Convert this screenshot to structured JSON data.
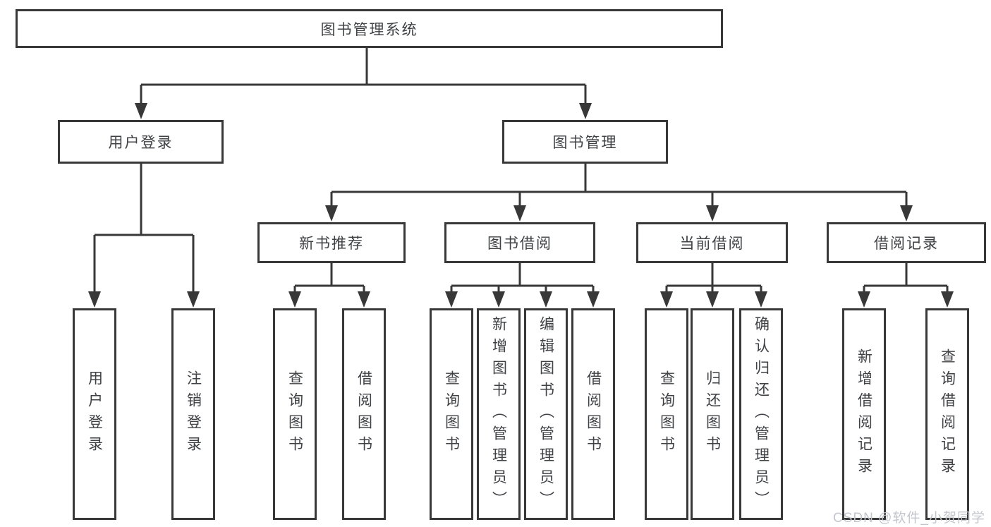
{
  "diagram": {
    "type": "hierarchy-tree",
    "root": {
      "label": "图书管理系统"
    },
    "branches": {
      "user_login": {
        "label": "用户登录",
        "parent": "图书管理系统"
      },
      "book_mgmt": {
        "label": "图书管理",
        "parent": "图书管理系统"
      }
    },
    "modules": {
      "new_books": {
        "label": "新书推荐",
        "parent": "图书管理"
      },
      "book_borrow": {
        "label": "图书借阅",
        "parent": "图书管理"
      },
      "current_borrow": {
        "label": "当前借阅",
        "parent": "图书管理"
      },
      "borrow_records": {
        "label": "借阅记录",
        "parent": "图书管理"
      }
    },
    "leaves": {
      "user_login": {
        "label": "用户登录",
        "parent": "用户登录"
      },
      "logout": {
        "label": "注销登录",
        "parent": "用户登录"
      },
      "nb_query": {
        "label": "查询图书",
        "parent": "新书推荐"
      },
      "nb_borrow": {
        "label": "借阅图书",
        "parent": "新书推荐"
      },
      "bb_query": {
        "label": "查询图书",
        "parent": "图书借阅"
      },
      "bb_add": {
        "label": "新增图书（管理员）",
        "parent": "图书借阅"
      },
      "bb_edit": {
        "label": "编辑图书（管理员）",
        "parent": "图书借阅"
      },
      "bb_borrow": {
        "label": "借阅图书",
        "parent": "图书借阅"
      },
      "cb_query": {
        "label": "查询图书",
        "parent": "当前借阅"
      },
      "cb_return": {
        "label": "归还图书",
        "parent": "当前借阅"
      },
      "cb_confirm": {
        "label": "确认归还（管理员）",
        "parent": "当前借阅"
      },
      "br_add": {
        "label": "新增借阅记录",
        "parent": "借阅记录"
      },
      "br_query": {
        "label": "查询借阅记录",
        "parent": "借阅记录"
      }
    },
    "colors": {
      "line": "#383838",
      "text": "#3f4145",
      "background": "#ffffff"
    }
  },
  "watermark": {
    "text": "CSDN @软件_小贺同学",
    "color": "#c3c6cd"
  }
}
